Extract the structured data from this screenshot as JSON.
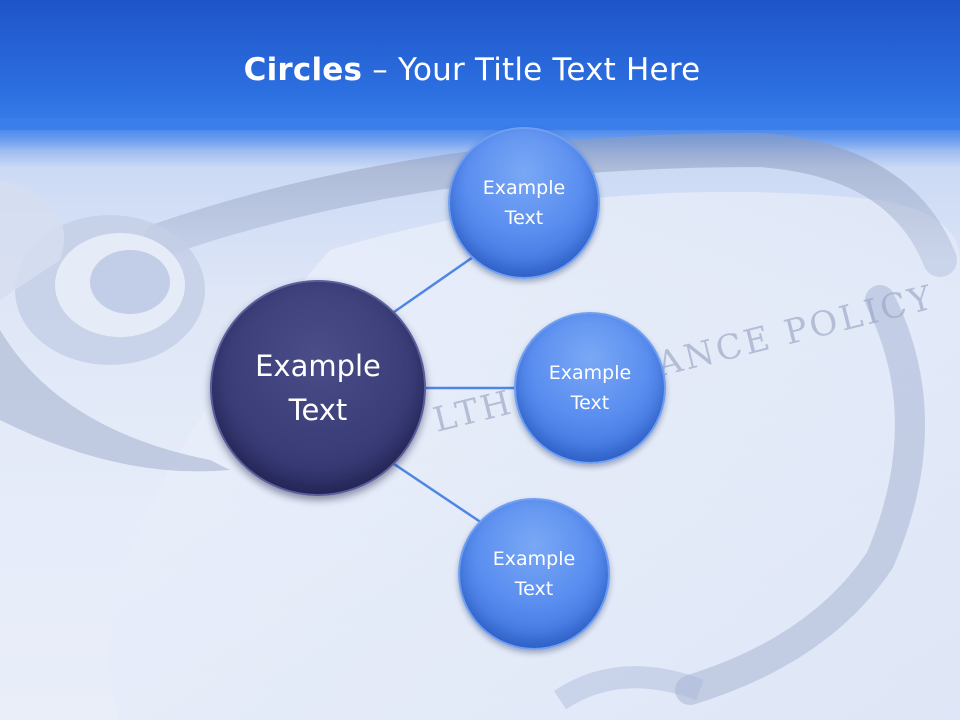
{
  "slide": {
    "title_bold": "Circles",
    "title_rest": " – Your Title Text Here",
    "background_watermark": "LTH INSURANCE POLICY",
    "colors": {
      "header": "#2c6fe0",
      "center_circle": "#3a3d78",
      "outer_circle": "#5b8ff0",
      "connector": "#4f86e6"
    }
  },
  "diagram": {
    "center": {
      "line1": "Example",
      "line2": "Text"
    },
    "nodes": [
      {
        "line1": "Example",
        "line2": "Text"
      },
      {
        "line1": "Example",
        "line2": "Text"
      },
      {
        "line1": "Example",
        "line2": "Text"
      }
    ]
  }
}
